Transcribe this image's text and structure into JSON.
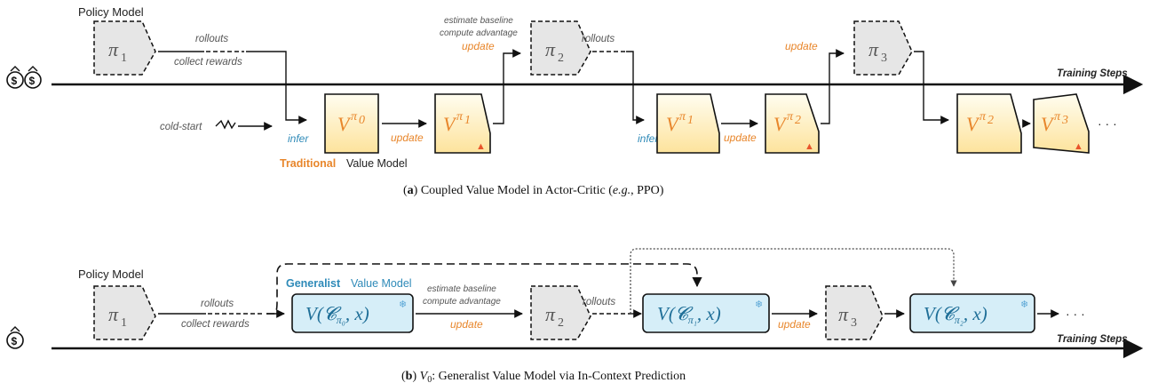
{
  "panel_a": {
    "policy_label": "Policy Model",
    "pi_symbol": "π",
    "pi1_sub": "1",
    "pi2_sub": "2",
    "pi3_sub": "3",
    "rollouts": "rollouts",
    "collect_rewards": "collect rewards",
    "cold_start": "cold-start",
    "infer": "infer",
    "update": "update",
    "estimate_baseline": "estimate baseline",
    "compute_advantage": "compute advantage",
    "v_symbol": "V",
    "v0_sup": "π",
    "v0_sup_sub": "0",
    "v1_sup_sub": "1",
    "v2_sup_sub": "2",
    "v3_sup_sub": "3",
    "traditional": "Traditional",
    "value_model": "Value Model",
    "training_steps": "Training Steps",
    "ellipsis": "· · ·",
    "caption_letter": "a",
    "caption_text": " Coupled Value Model in Actor-Critic (",
    "caption_eg": "e.g.",
    "caption_end": ", PPO)"
  },
  "panel_b": {
    "policy_label": "Policy Model",
    "generalist": "Generalist",
    "value_model": "Value Model",
    "rollouts": "rollouts",
    "collect_rewards": "collect rewards",
    "estimate_baseline": "estimate baseline",
    "compute_advantage": "compute advantage",
    "update": "update",
    "gv_text": "V(𝓒",
    "gv_sub0": "π₀",
    "gv_sub1": "π₁",
    "gv_sub2": "π₂",
    "gv_tail": ", x)",
    "training_steps": "Training Steps",
    "ellipsis": "· · ·",
    "caption_letter": "b",
    "caption_v": "V",
    "caption_v_sub": "0",
    "caption_text": ": Generalist Value Model via In-Context Prediction"
  },
  "colors": {
    "orange": "#e8862b",
    "blue": "#2e8ab8",
    "gv_fill": "#d6eef8",
    "v_fill_top": "#fffbe6",
    "v_fill_bottom": "#fde9b0"
  }
}
